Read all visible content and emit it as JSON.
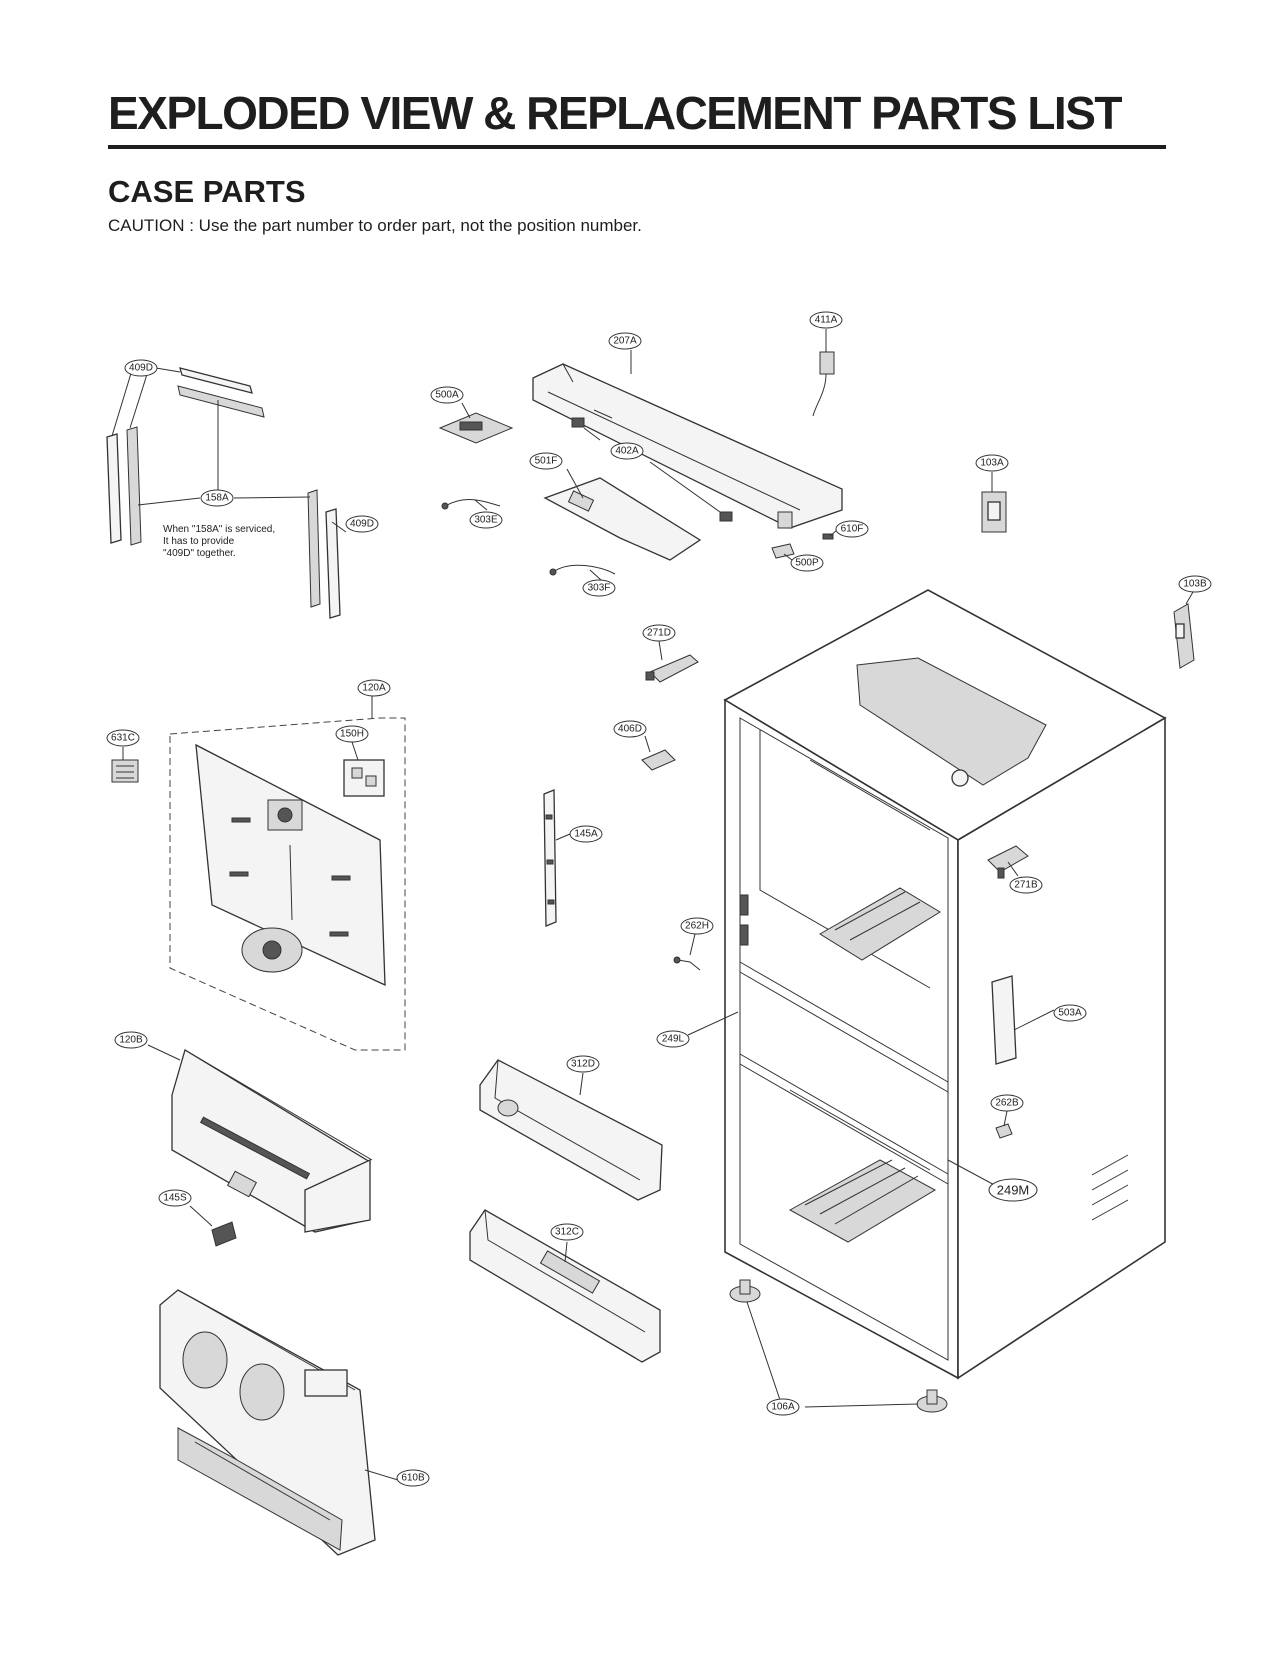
{
  "header": {
    "title": "EXPLODED VIEW & REPLACEMENT PARTS LIST",
    "section": "CASE PARTS",
    "caution": "CAUTION : Use the part number to order part, not the position number."
  },
  "note": {
    "line1": "When \"158A\" is serviced,",
    "line2": "It has to provide",
    "line3": "\"409D\" together."
  },
  "callouts": {
    "c409D_a": "409D",
    "c158A": "158A",
    "c409D_b": "409D",
    "c500A": "500A",
    "c207A": "207A",
    "c402A": "402A",
    "c501F": "501F",
    "c303E": "303E",
    "c303F": "303F",
    "c411A": "411A",
    "c103A": "103A",
    "c610F": "610F",
    "c500P": "500P",
    "c103B": "103B",
    "c271D": "271D",
    "c120A": "120A",
    "c631C": "631C",
    "c150H": "150H",
    "c406D": "406D",
    "c145A": "145A",
    "c271B": "271B",
    "c262H": "262H",
    "c503A": "503A",
    "c249L": "249L",
    "c120B": "120B",
    "c312D": "312D",
    "c262B": "262B",
    "c249M": "249M",
    "c145S": "145S",
    "c312C": "312C",
    "c106A": "106A",
    "c610B": "610B"
  }
}
